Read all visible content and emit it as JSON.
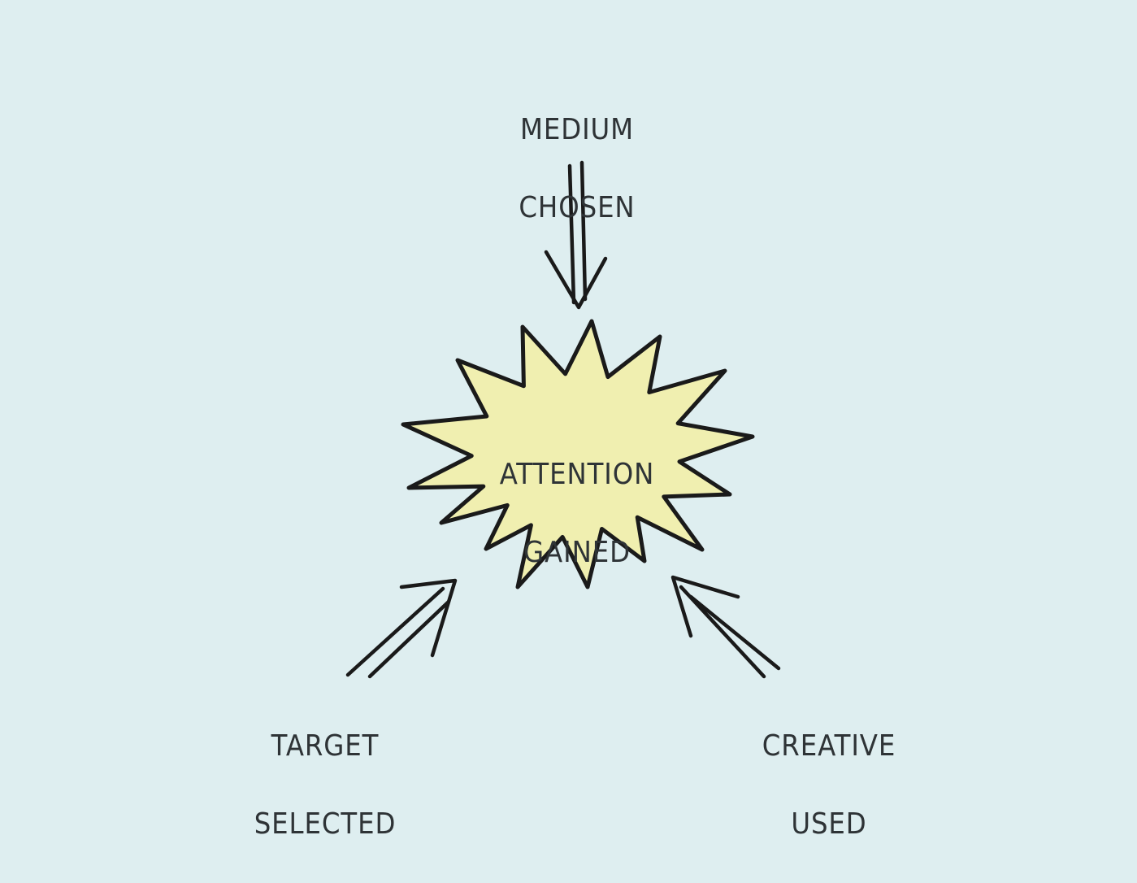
{
  "center": {
    "line1": "ATTENTION",
    "line2": "GAINED"
  },
  "inputs": [
    {
      "line1": "MEDIUM",
      "line2": "CHOSEN"
    },
    {
      "line1": "TARGET",
      "line2": "SELECTED"
    },
    {
      "line1": "CREATIVE",
      "line2": "USED"
    }
  ],
  "colors": {
    "background": "#deeef0",
    "burst_fill": "#f0efb0",
    "ink": "#1a1a1a"
  }
}
